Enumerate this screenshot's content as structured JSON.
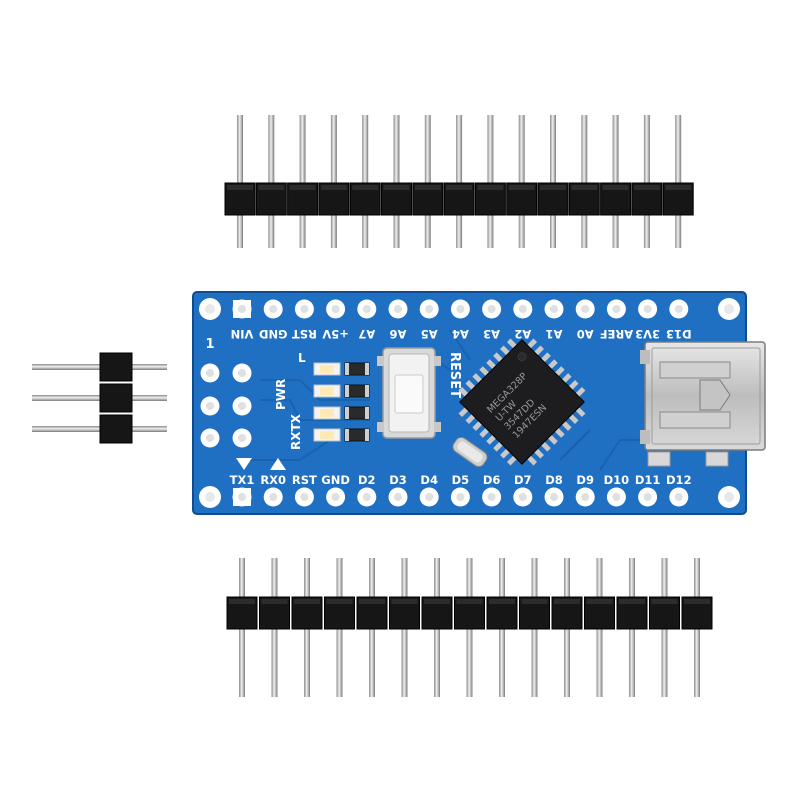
{
  "board": {
    "top_pin_labels": [
      "VIN",
      "GND",
      "RST",
      "+5V",
      "A7",
      "A6",
      "A5",
      "A4",
      "A3",
      "A2",
      "A1",
      "A0",
      "AREF",
      "3V3",
      "D13"
    ],
    "bottom_pin_labels": [
      "TX1",
      "RX0",
      "RST",
      "GND",
      "D2",
      "D3",
      "D4",
      "D5",
      "D6",
      "D7",
      "D8",
      "D9",
      "D10",
      "D11",
      "D12"
    ],
    "pin1_marker": "1",
    "led_labels": [
      "L",
      "PWR",
      "RX",
      "TX"
    ],
    "reset_label": "RESET",
    "chip_lines": [
      "MEGA328P",
      "U-TW",
      "3547DD",
      "1947ESN"
    ],
    "colors": {
      "pcb": "#1f6fc2",
      "pcb_dark": "#155aa3",
      "silkscreen": "#ffffff",
      "chip": "#1d1d1f",
      "pin": "#c8c8c8",
      "header_plastic": "#161616"
    }
  },
  "headers": {
    "top_header_pins": 15,
    "bottom_header_pins": 15,
    "icsp_header_pins": 3
  }
}
